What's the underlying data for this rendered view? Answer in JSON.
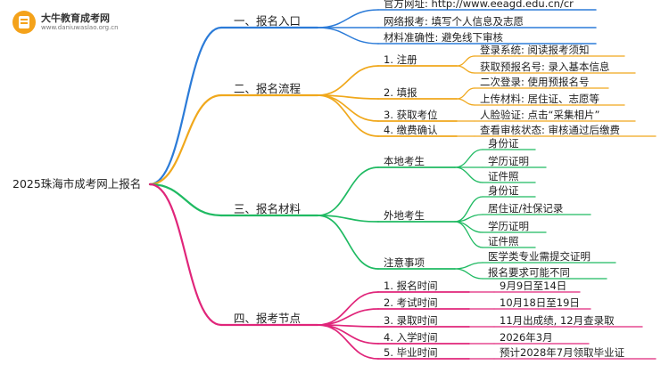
{
  "brand": {
    "name": "大牛教育成考网",
    "site": "www.daniuwaslao.org.cn",
    "icon": "book-icon",
    "color": "#f4a21a"
  },
  "root": "2025珠海市成考网上报名",
  "colors": {
    "b1": "#2b7bd8",
    "b2": "#f0a81c",
    "b3": "#1fba62",
    "b4": "#e0257a"
  },
  "branches": [
    {
      "label": "一、报名入口",
      "children": [
        {
          "label": "官方网址: http://www.eeagd.edu.cn/cr"
        },
        {
          "label": "网络报考: 填写个人信息及志愿"
        },
        {
          "label": "材料准确性: 避免线下审核"
        }
      ]
    },
    {
      "label": "二、报名流程",
      "children": [
        {
          "label": "1. 注册",
          "children": [
            {
              "label": "登录系统: 阅读报考须知"
            },
            {
              "label": "获取预报名号: 录入基本信息"
            }
          ]
        },
        {
          "label": "2. 填报",
          "children": [
            {
              "label": "二次登录: 使用预报名号"
            },
            {
              "label": "上传材料: 居住证、志愿等"
            }
          ]
        },
        {
          "label": "3. 获取考位",
          "children": [
            {
              "label": "人脸验证: 点击“采集相片”"
            }
          ]
        },
        {
          "label": "4. 缴费确认",
          "children": [
            {
              "label": "查看审核状态: 审核通过后缴费"
            }
          ]
        }
      ]
    },
    {
      "label": "三、报名材料",
      "children": [
        {
          "label": "本地考生",
          "children": [
            {
              "label": "身份证"
            },
            {
              "label": "学历证明"
            },
            {
              "label": "证件照"
            }
          ]
        },
        {
          "label": "外地考生",
          "children": [
            {
              "label": "身份证"
            },
            {
              "label": "居住证/社保记录"
            },
            {
              "label": "学历证明"
            },
            {
              "label": "证件照"
            }
          ]
        },
        {
          "label": "注意事项",
          "children": [
            {
              "label": "医学类专业需提交证明"
            },
            {
              "label": "报名要求可能不同"
            }
          ]
        }
      ]
    },
    {
      "label": "四、报考节点",
      "children": [
        {
          "label": "1. 报名时间",
          "children": [
            {
              "label": "9月9日至14日"
            }
          ]
        },
        {
          "label": "2. 考试时间",
          "children": [
            {
              "label": "10月18日至19日"
            }
          ]
        },
        {
          "label": "3. 录取时间",
          "children": [
            {
              "label": "11月出成绩, 12月查录取"
            }
          ]
        },
        {
          "label": "4. 入学时间",
          "children": [
            {
              "label": "2026年3月"
            }
          ]
        },
        {
          "label": "5. 毕业时间",
          "children": [
            {
              "label": "预计2028年7月领取毕业证"
            }
          ]
        }
      ]
    }
  ]
}
